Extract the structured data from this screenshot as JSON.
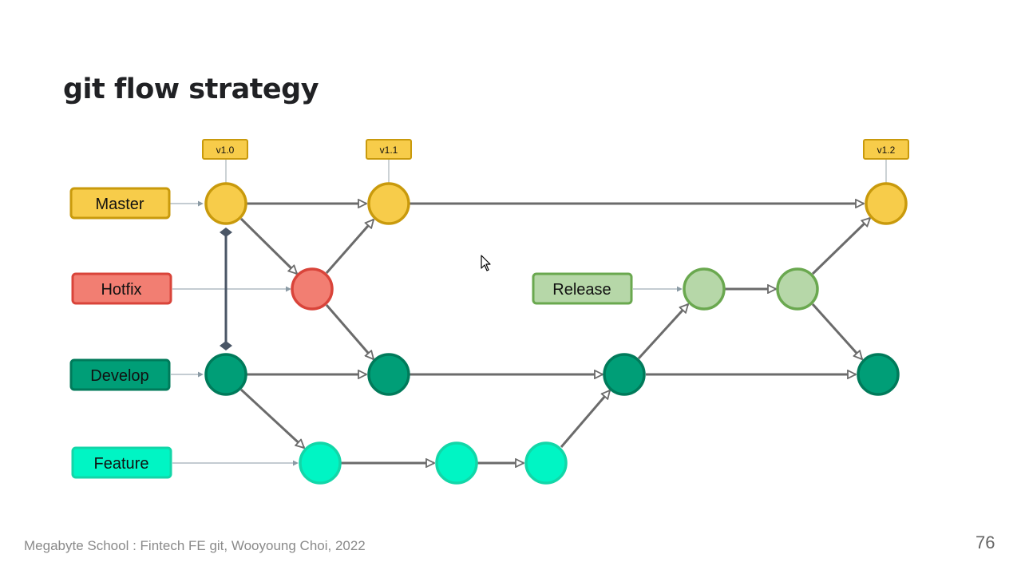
{
  "slide": {
    "title": "git flow strategy",
    "footer": "Megabyte School : Fintech FE git, Wooyoung Choi, 2022",
    "page_number": "76"
  },
  "diagram": {
    "branches": {
      "master": "Master",
      "hotfix": "Hotfix",
      "release": "Release",
      "develop": "Develop",
      "feature": "Feature"
    },
    "tags": {
      "v1_0": "v1.0",
      "v1_1": "v1.1",
      "v1_2": "v1.2"
    },
    "colors": {
      "master": "#f7cc4a",
      "master_border": "#c99a0c",
      "hotfix": "#f27e72",
      "hotfix_border": "#d9443a",
      "release": "#b6d7a8",
      "release_border": "#6aa84f",
      "develop": "#009e77",
      "develop_border": "#007a5a",
      "feature": "#00f5c4",
      "feature_border": "#12d6a8",
      "arrow": "#6b6b6b",
      "connector": "#4a5666"
    }
  }
}
